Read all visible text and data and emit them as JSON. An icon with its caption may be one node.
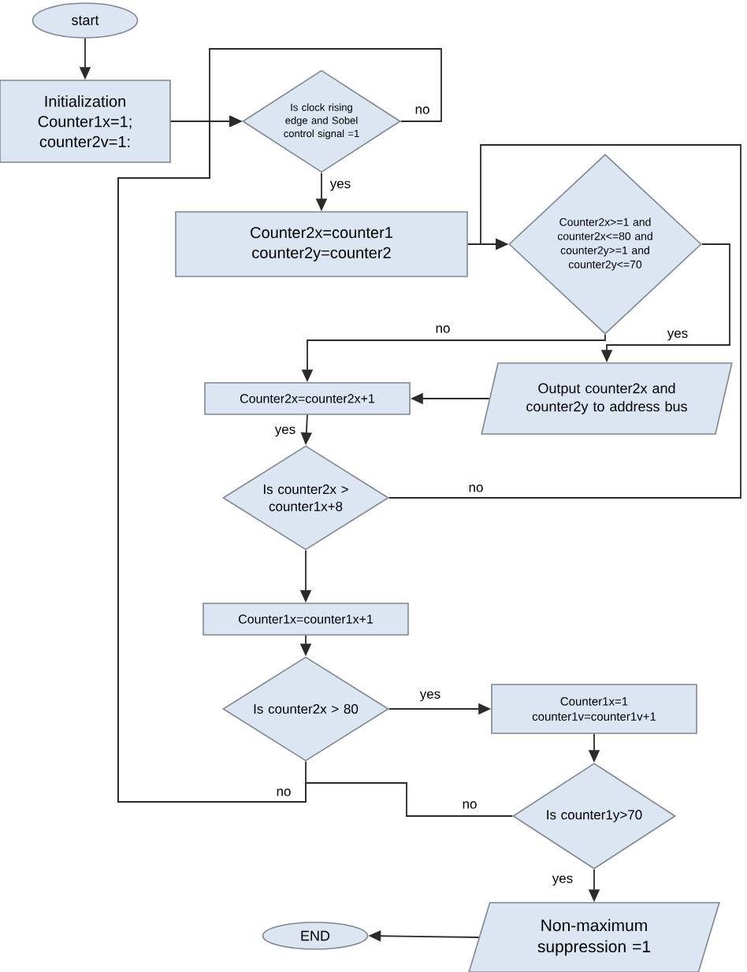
{
  "diagram": {
    "nodes": [
      {
        "text": [
          "start"
        ]
      },
      {
        "text": [
          "Initialization",
          "Counter1x=1; counter2v=1:"
        ]
      },
      {
        "text": [
          "Is clock rising edge and Sobel control signal =1"
        ]
      },
      {
        "text": [
          "Counter2x=counter1 counter2y=counter2"
        ]
      },
      {
        "text": [
          "Counter2x>=1 and counter2x<=80 and counter2y>=1 and counter2y<=70"
        ]
      },
      {
        "text": [
          "Counter2x=counter2x+1"
        ]
      },
      {
        "text": [
          "Output counter2x and counter2y to address bus"
        ]
      },
      {
        "text": [
          "Is counter2x > counter1x+8"
        ]
      },
      {
        "text": [
          "Counter1x=counter1x+1"
        ]
      },
      {
        "text": [
          "Is counter2x > 80"
        ]
      },
      {
        "text": [
          "Counter1x=1 counter1v=counter1v+1"
        ]
      },
      {
        "text": [
          "Is counter1y>70"
        ]
      },
      {
        "text": [
          "Non-maximum suppression =1"
        ]
      },
      {
        "text": [
          "END"
        ]
      }
    ],
    "edges": [
      {
        "from": 0,
        "to": 1,
        "arrow": "to"
      },
      {
        "from": 1,
        "to": 2,
        "arrow": "to"
      },
      {
        "from": 2,
        "to": 2,
        "arrow": "to",
        "label": "no"
      },
      {
        "from": 2,
        "to": 3,
        "arrow": "to",
        "label": "yes"
      },
      {
        "from": 3,
        "to": 4,
        "arrow": "to"
      },
      {
        "from": 4,
        "to": 5,
        "arrow": "to",
        "label": "no"
      },
      {
        "from": 4,
        "to": 6,
        "arrow": "to",
        "label": "yes"
      },
      {
        "from": 6,
        "to": 5,
        "arrow": "to"
      },
      {
        "from": 5,
        "to": 7,
        "arrow": "to",
        "label": "yes"
      },
      {
        "from": 7,
        "to": 4,
        "arrow": "to",
        "label": "no"
      },
      {
        "from": 7,
        "to": 8,
        "arrow": "to"
      },
      {
        "from": 8,
        "to": 9,
        "arrow": "to"
      },
      {
        "from": 9,
        "to": 10,
        "arrow": "to",
        "label": "yes"
      },
      {
        "from": 10,
        "to": 11,
        "arrow": "to"
      },
      {
        "from": 11,
        "to": 12,
        "arrow": "to",
        "label": "yes"
      },
      {
        "from": 12,
        "to": 13,
        "arrow": "to"
      },
      {
        "from": 9,
        "to": 2,
        "arrow": "to",
        "label": "no"
      },
      {
        "from": 11,
        "to": 2,
        "arrow": "to",
        "label": "no"
      }
    ]
  }
}
